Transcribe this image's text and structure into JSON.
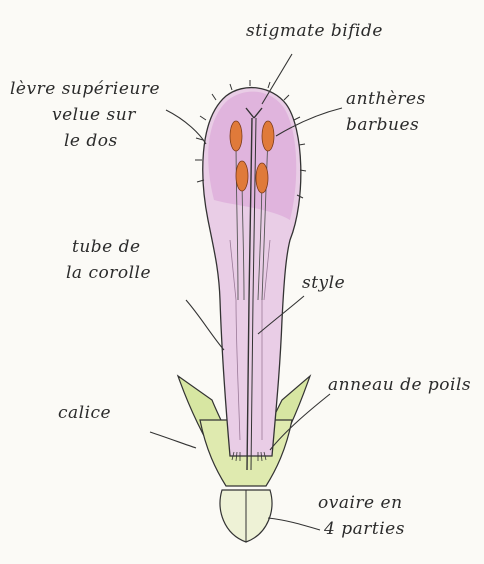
{
  "labels": {
    "stigmate": "stigmate bifide",
    "levre": [
      "lèvre supérieure",
      "velue sur",
      "le dos"
    ],
    "antheres": [
      "anthères",
      "barbues"
    ],
    "tube": [
      "tube de",
      "la corolle"
    ],
    "style": "style",
    "anneau": "anneau de poils",
    "calice": "calice",
    "ovaire": [
      "ovaire en",
      "4 parties"
    ]
  },
  "colors": {
    "corolla": "#e6c4e2",
    "corolla_top": "#d9a6d6",
    "calyx": "#d7e6a2",
    "anther": "#e07a3a",
    "ink": "#333333"
  }
}
